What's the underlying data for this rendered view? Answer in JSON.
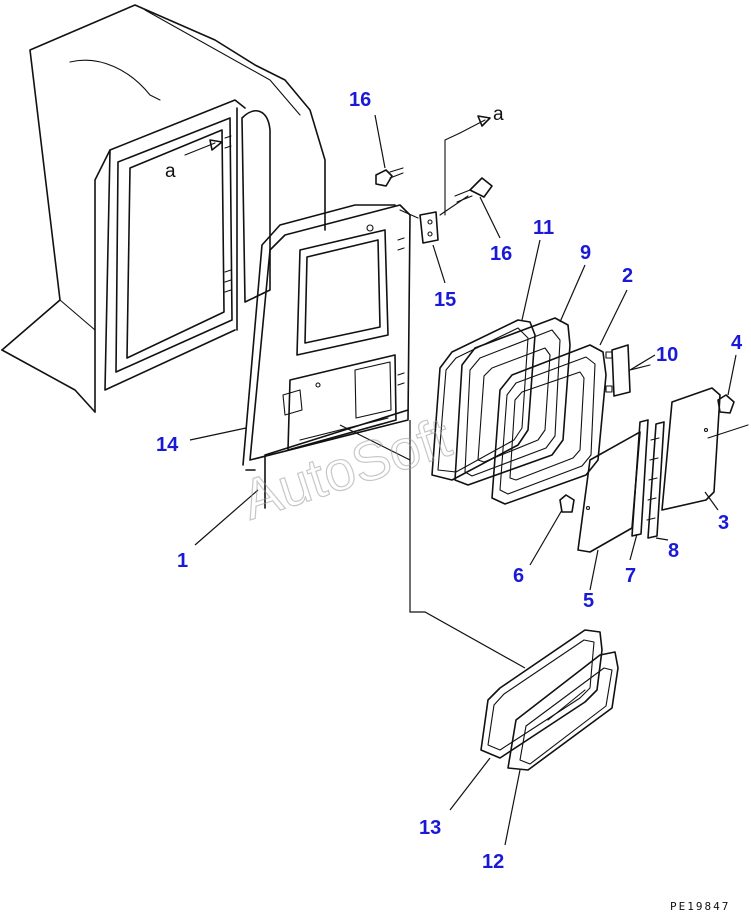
{
  "diagram": {
    "callouts": {
      "p1": "1",
      "p2": "2",
      "p3": "3",
      "p4": "4",
      "p5": "5",
      "p6": "6",
      "p7": "7",
      "p8": "8",
      "p9": "9",
      "p10": "10",
      "p11": "11",
      "p12": "12",
      "p13": "13",
      "p14": "14",
      "p15": "15",
      "p16a": "16",
      "p16b": "16"
    },
    "view_label_left": "a",
    "view_label_right": "a",
    "watermark": "AutoSoft",
    "drawing_code": "PE19847",
    "callout_color": "#1a1ad6"
  }
}
